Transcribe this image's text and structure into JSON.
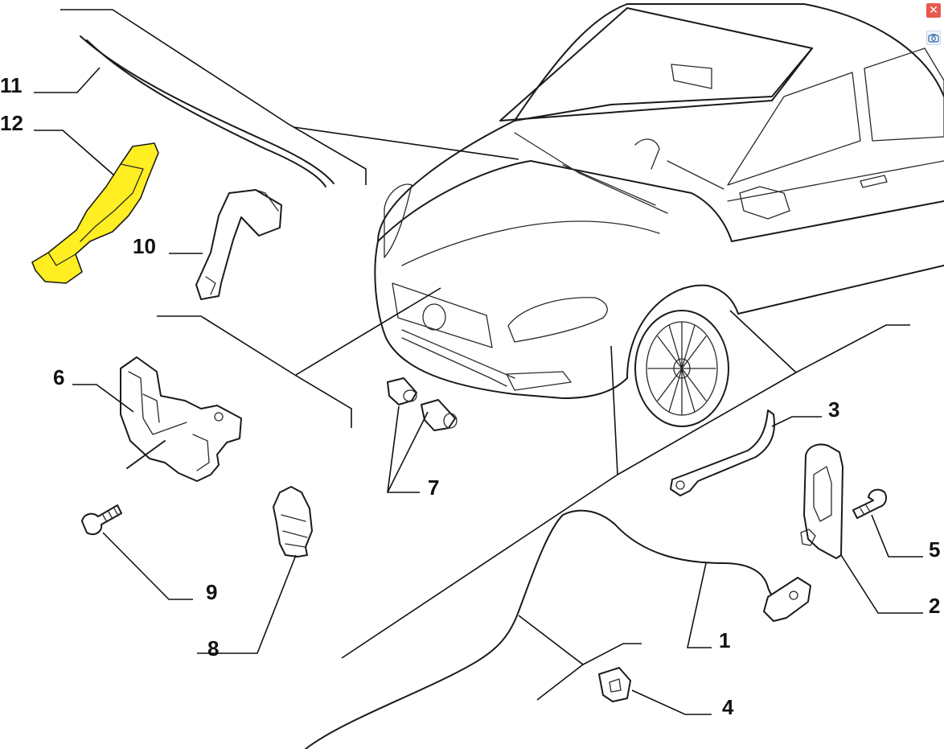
{
  "parts": [
    {
      "id": "11",
      "label": "11"
    },
    {
      "id": "12",
      "label": "12",
      "highlight_color": "#ffee22"
    },
    {
      "id": "10",
      "label": "10"
    },
    {
      "id": "6",
      "label": "6"
    },
    {
      "id": "9",
      "label": "9"
    },
    {
      "id": "8",
      "label": "8"
    },
    {
      "id": "7",
      "label": "7"
    },
    {
      "id": "3",
      "label": "3"
    },
    {
      "id": "5",
      "label": "5"
    },
    {
      "id": "2",
      "label": "2"
    },
    {
      "id": "1",
      "label": "1"
    },
    {
      "id": "4",
      "label": "4"
    }
  ],
  "controls": {
    "close_icon": "close-icon",
    "close_glyph": "✕",
    "camera_icon": "camera-search-icon"
  }
}
